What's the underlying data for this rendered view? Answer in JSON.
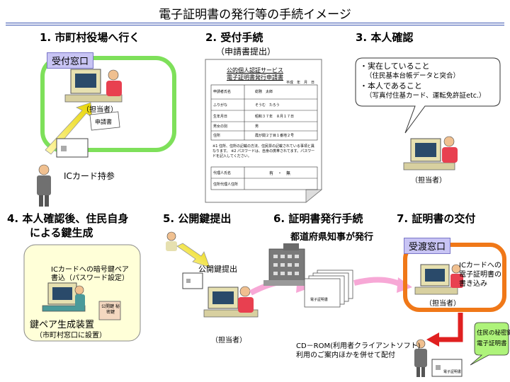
{
  "title": "電子証明書の発行等の手続イメージ",
  "steps": {
    "s1": "1. 市町村役場へ行く",
    "s2": "2. 受付手続",
    "s2_sub": "（申請書提出）",
    "s3": "3. 本人確認",
    "s4_line1": "4. 本人確認後、住民自身",
    "s4_line2": "による鍵生成",
    "s5": "5. 公開鍵提出",
    "s6": "6. 証明書発行手続",
    "s7": "7. 証明書の交付"
  },
  "step1": {
    "window": "受付窓口",
    "staff": "（担当者）",
    "form": "申請書",
    "ic_card": "ICカード持参"
  },
  "form": {
    "header1": "公的個人認証サービス",
    "header2": "電子証明書発行申請書",
    "date": "平成　年　月　日",
    "rows": [
      {
        "label": "申請者氏名",
        "value": "総務　太郎"
      },
      {
        "label": "ふりがな",
        "value": "そうむ　たろう"
      },
      {
        "label": "生年月日",
        "value": "昭和３７年　８月１７日"
      },
      {
        "label": "男女の別",
        "value": "男"
      },
      {
        "label": "住所",
        "value": "霞が関２丁目１番地２号"
      }
    ],
    "notes": "※1 住所、住所の記載の方法、住民票の記載されている事項と異なります。 ※2 パスワードは、自身の携帯されてます。パスワードを記入してください。",
    "rep_label": "代理人氏名",
    "rep_value": "有　・　無",
    "addr_label": "住所代理人住所"
  },
  "step3": {
    "bullets": [
      "・実在していること",
      "（住民基本台帳データと突合）",
      "・本人であること",
      "（写真付住基カード、運転免許証etc.）"
    ],
    "staff": "（担当者）"
  },
  "step4": {
    "text1": "ICカードへの暗号鍵ペア",
    "text2": "書込（パスワード設定）",
    "device": "鍵ペア生成装置",
    "device_note": "（市町村窓口に設置）",
    "card": "公開鍵 秘密鍵"
  },
  "step5": {
    "label": "公開鍵提出",
    "staff": "（担当者）"
  },
  "step6": {
    "issuer": "都道府県知事が発行",
    "docs": "電子証明書"
  },
  "step7": {
    "window": "受渡窓口",
    "write1": "ICカードへの",
    "write2": "電子証明書の",
    "write3": "書き込み",
    "staff": "（担当者）",
    "cd_line1": "CD－ROM(利用者クライアントソフト)",
    "cd_line2": "利用のご案内ほかを併せて配付",
    "note1": "住民の秘密鍵",
    "note2": "電子証明書",
    "card": "電子証明書"
  },
  "colors": {
    "green": "#7ee05a",
    "orange": "#f07818",
    "pink": "#f7a8d6",
    "chip": "#c8c4f4",
    "note": "#aef37a",
    "red": "#e02020"
  }
}
